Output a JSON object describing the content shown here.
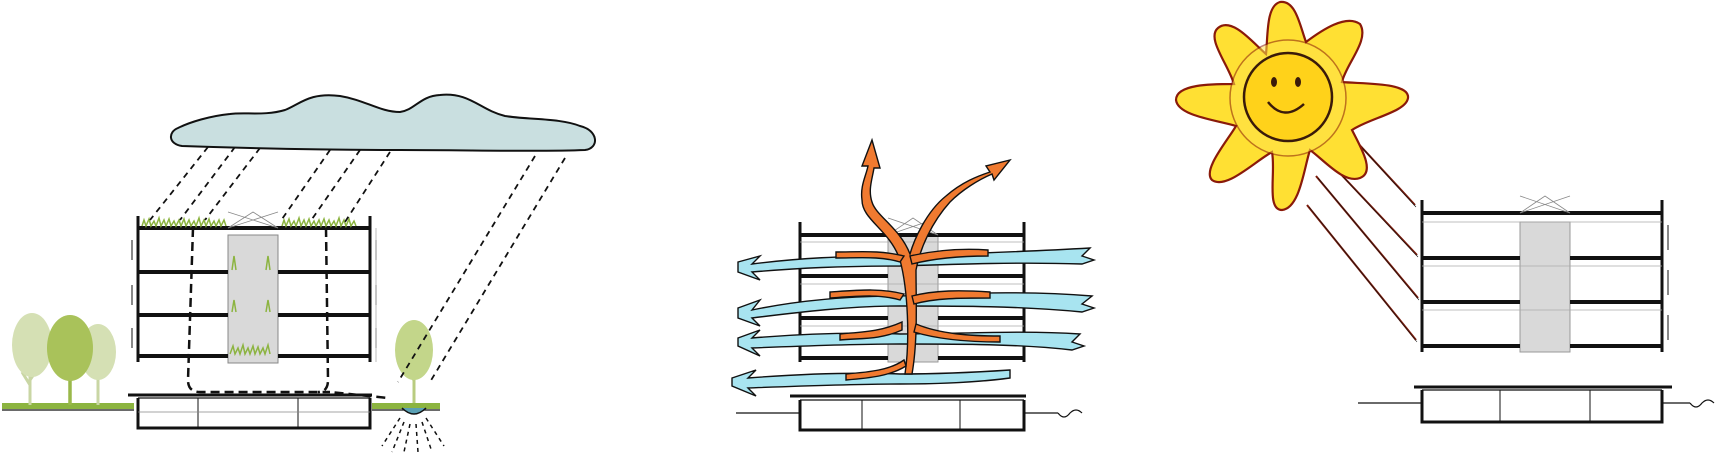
{
  "panels": [
    {
      "name": "rainwater-panel",
      "icons": [
        "cloud-icon",
        "rain-lines-icon",
        "tree-icon",
        "green-roof-icon",
        "drain-icon"
      ]
    },
    {
      "name": "ventilation-panel",
      "icons": [
        "air-flow-arrows-icon",
        "stack-ventilation-arrows-icon"
      ]
    },
    {
      "name": "sunlight-panel",
      "icons": [
        "smiling-sun-icon",
        "sun-ray-lines-icon"
      ]
    }
  ],
  "colors": {
    "building_line": "#111111",
    "floor_fill": "#ffffff",
    "core_fill": "#d9d9d9",
    "cloud_fill": "#c9dfe0",
    "grass": "#8cb440",
    "tree_dark": "#9ab84a",
    "tree_light": "#cfdba8",
    "air_blue": "#a8e4f0",
    "warm_orange": "#f07a30",
    "sun_yellow": "#ffe033",
    "sun_outline": "#8a1a0a",
    "water": "#5aa0b4"
  }
}
